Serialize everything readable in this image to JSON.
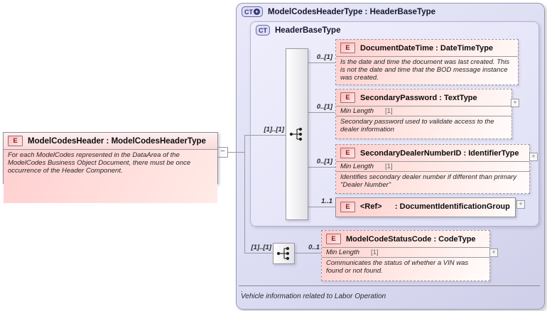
{
  "left_element": {
    "badge": "E",
    "title": "ModelCodesHeader : ModelCodesHeaderType",
    "annotation": "For each ModelCodes represented in the DataArea of the ModelCodes Business Object Document, there must be once occurrence of the Header Component."
  },
  "collapse_button": "−",
  "outer_panel": {
    "badge": "CT",
    "badge_plus": "+",
    "title": "ModelCodesHeaderType : HeaderBaseType",
    "footer_dot": ".",
    "footer_text": "Vehicle information related to Labor Operation"
  },
  "inner_panel": {
    "badge": "CT",
    "title": "HeaderBaseType"
  },
  "cardinalities": {
    "sequence_group": "[1]..[1]",
    "document_datetime": "0..[1]",
    "secondary_password": "0..[1]",
    "secondary_dealer": "0..[1]",
    "ref": "1..1",
    "status_group": "[1]..[1]",
    "status_code": "0..1"
  },
  "elements": {
    "document_datetime": {
      "badge": "E",
      "title": "DocumentDateTime : DateTimeType",
      "annotation": "Is the date and time the document was last created. This is not the date and time that the BOD message instance was created."
    },
    "secondary_password": {
      "badge": "E",
      "title": "SecondaryPassword : TextType",
      "facet_name": "Min Length",
      "facet_value": "[1]",
      "annotation": "Secondary password used to validate access to the dealer information",
      "expand": "+"
    },
    "secondary_dealer": {
      "badge": "E",
      "title": "SecondaryDealerNumberID : IdentifierType",
      "facet_name": "Min Length",
      "facet_value": "[1]",
      "annotation": "Identifies secondary dealer number if different than primary \"Dealer Number\"",
      "expand": "+"
    },
    "ref": {
      "badge": "E",
      "title": "<Ref>      : DocumentIdentificationGroup",
      "expand": "+"
    },
    "status_code": {
      "badge": "E",
      "title": "ModelCodeStatusCode : CodeType",
      "facet_name": "Min Length",
      "facet_value": "[1]",
      "annotation": "Communicates the status of whether a VIN was found or not found.",
      "expand": "+"
    }
  },
  "colors": {
    "panel_lavender": "#dcdcf3",
    "element_pink": "#ffcccc",
    "border_gray": "#9a9aa0",
    "badge_red": "#8b2020",
    "badge_blue": "#32327a"
  }
}
